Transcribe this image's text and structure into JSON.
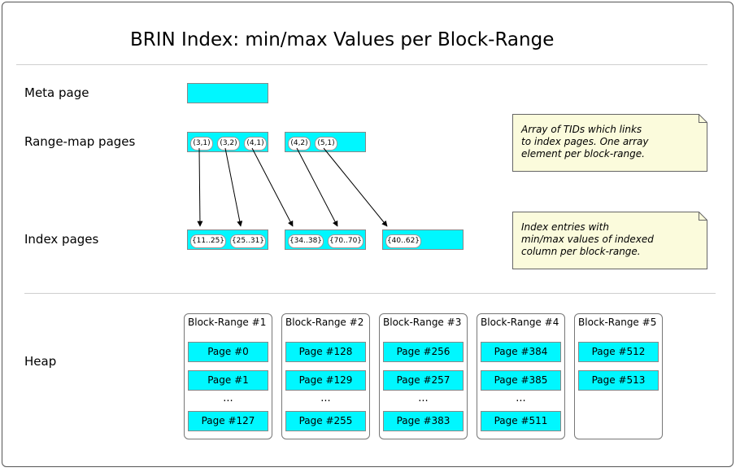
{
  "diagram": {
    "title": "BRIN Index: min/max Values per Block-Range",
    "rows": {
      "meta": "Meta page",
      "range_map": "Range-map pages",
      "index": "Index pages",
      "heap": "Heap"
    },
    "range_map_entries": [
      "(3,1)",
      "(3,2)",
      "(4,1)",
      "(4,2)",
      "(5,1)"
    ],
    "index_entries": [
      "{11..25}",
      "{25..31}",
      "{34..38}",
      "{70..70}",
      "{40..62}"
    ],
    "notes": [
      "Array of TIDs which links\nto index pages. One array\nelement per block-range.",
      "Index entries with\nmin/max values of indexed\ncolumn per block-range."
    ],
    "ellipsis": "...",
    "block_ranges": [
      {
        "label": "Block-Range #1",
        "pages": [
          "Page #0",
          "Page #1"
        ],
        "last_page": "Page #127"
      },
      {
        "label": "Block-Range #2",
        "pages": [
          "Page #128",
          "Page #129"
        ],
        "last_page": "Page #255"
      },
      {
        "label": "Block-Range #3",
        "pages": [
          "Page #256",
          "Page #257"
        ],
        "last_page": "Page #383"
      },
      {
        "label": "Block-Range #4",
        "pages": [
          "Page #384",
          "Page #385"
        ],
        "last_page": "Page #511"
      },
      {
        "label": "Block-Range #5",
        "pages": [
          "Page #512",
          "Page #513"
        ]
      }
    ],
    "colors": {
      "page_fill": "#00f7ff",
      "note_fill": "#fbfbdc"
    }
  }
}
